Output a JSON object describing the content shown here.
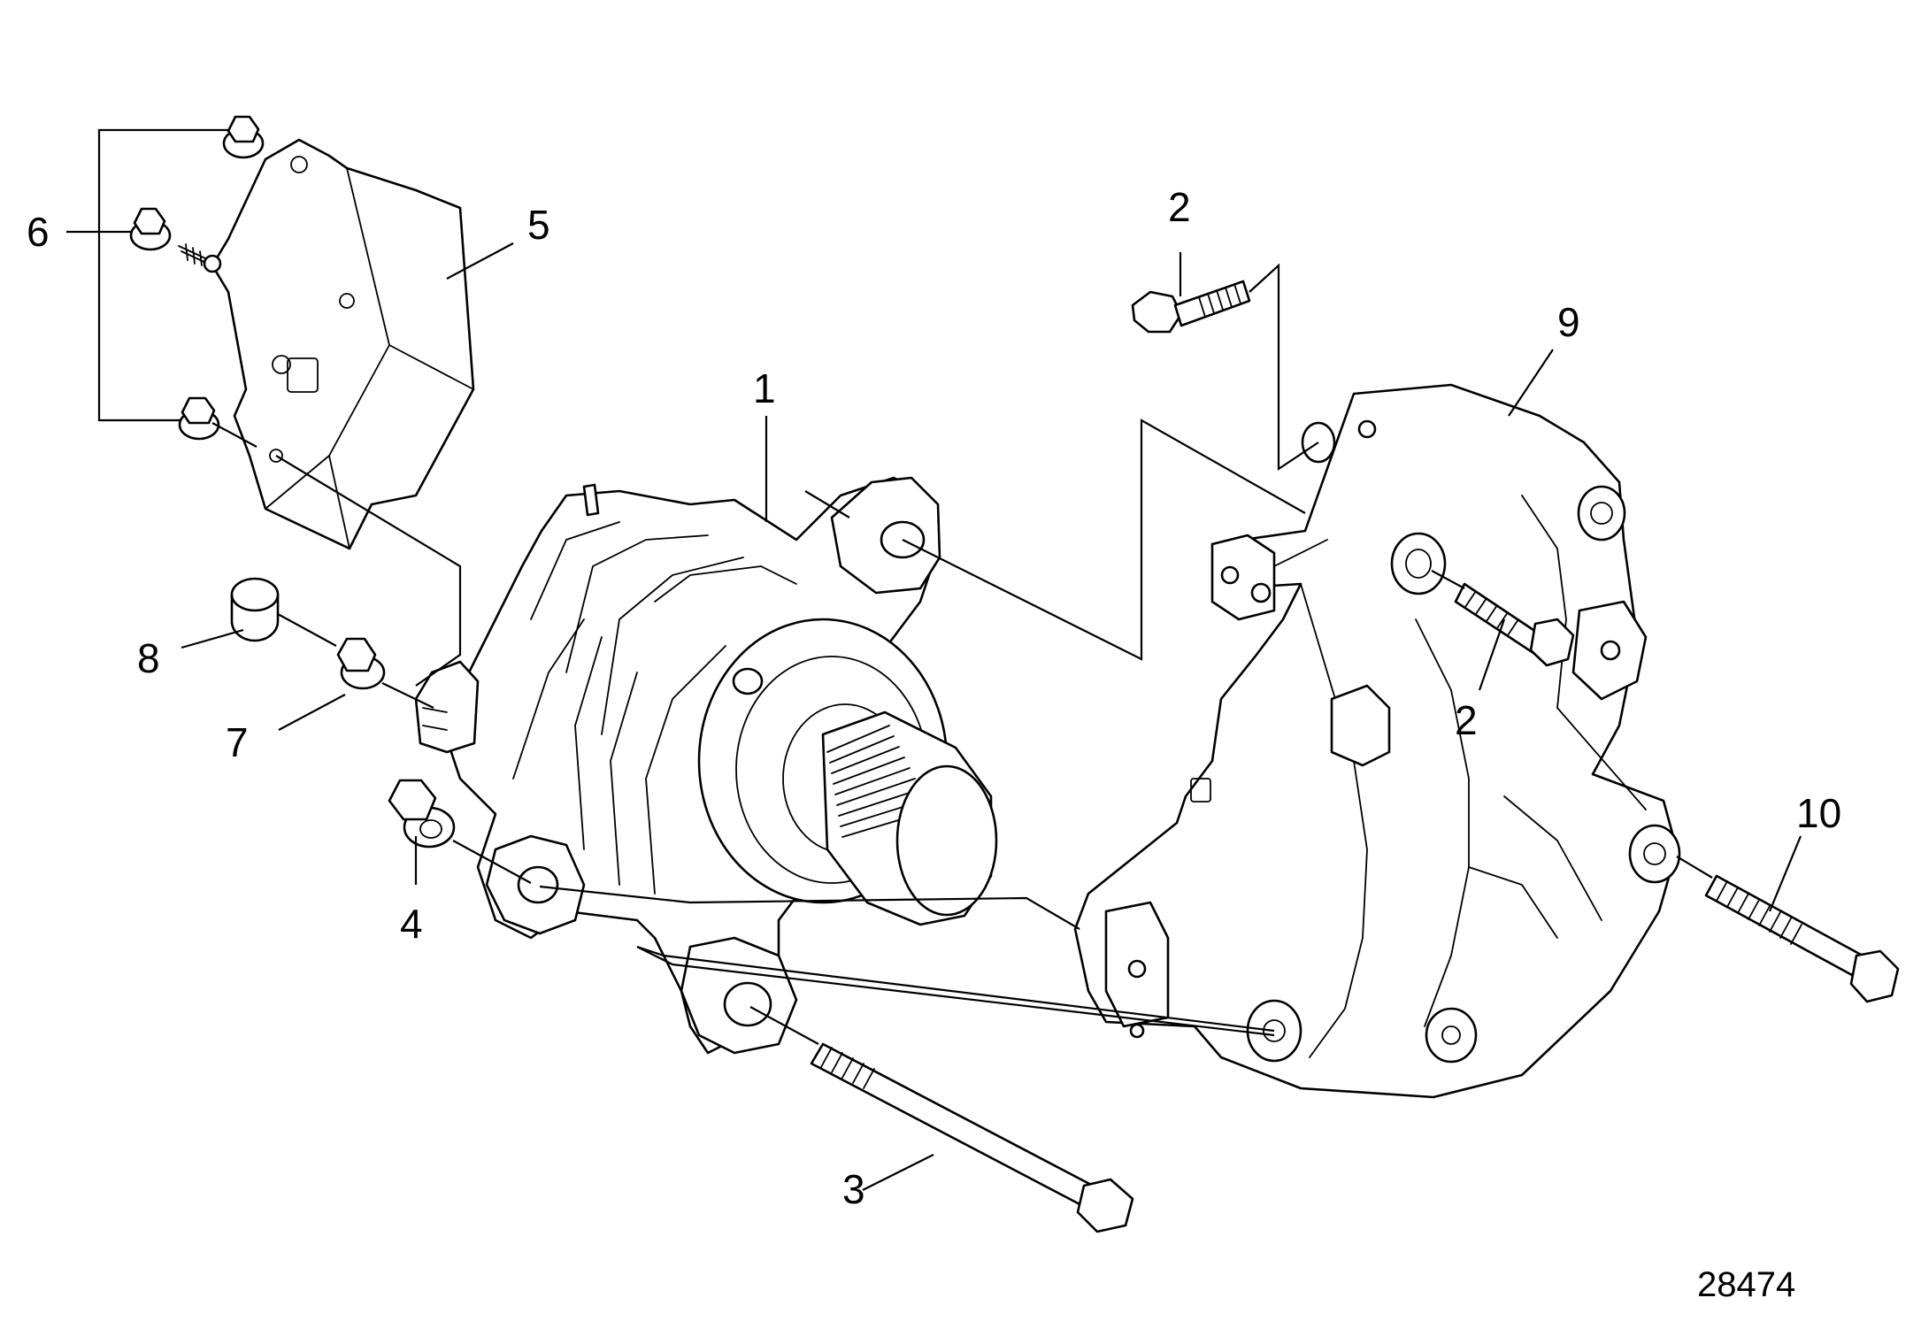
{
  "callouts": {
    "c1": "1",
    "c2a": "2",
    "c2b": "2",
    "c3": "3",
    "c4": "4",
    "c5": "5",
    "c6": "6",
    "c7": "7",
    "c8": "8",
    "c9": "9",
    "c10": "10"
  },
  "figure_number": "28474"
}
